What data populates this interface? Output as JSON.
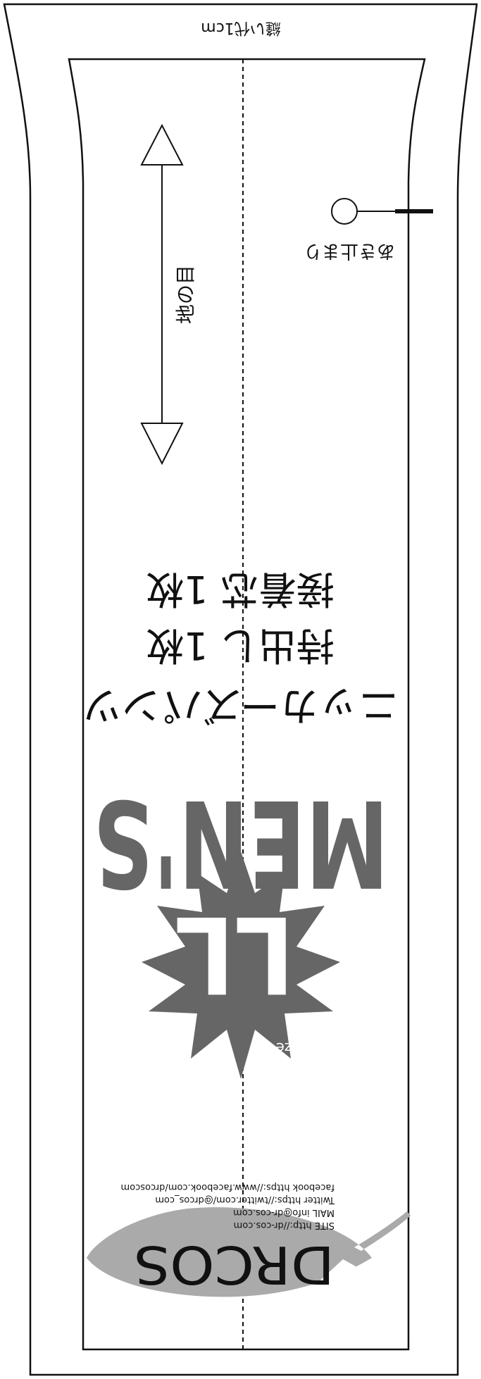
{
  "pattern": {
    "seam_allowance_label": "縫い代1cm",
    "grain_line_label": "地の目",
    "notch_label": "あき止まり",
    "part_name": "ニッカーズパンツ",
    "pieces": [
      "持出し 1枚",
      "接着芯 1枚"
    ],
    "size_category": "MEN'S",
    "size_word": "size",
    "size_code": "LL"
  },
  "brand": {
    "name": "DRCOS",
    "site": "SITE http://dr-cos.com",
    "mail": "MAIL info@dr-cos.com",
    "twitter": "Twitter https://twitter.com/@drcos_com",
    "facebook": "facebook https://www.facebook.com/drcoscom"
  },
  "colors": {
    "line": "#111111",
    "badge": "#666666",
    "leaf": "#aaaaaa"
  }
}
